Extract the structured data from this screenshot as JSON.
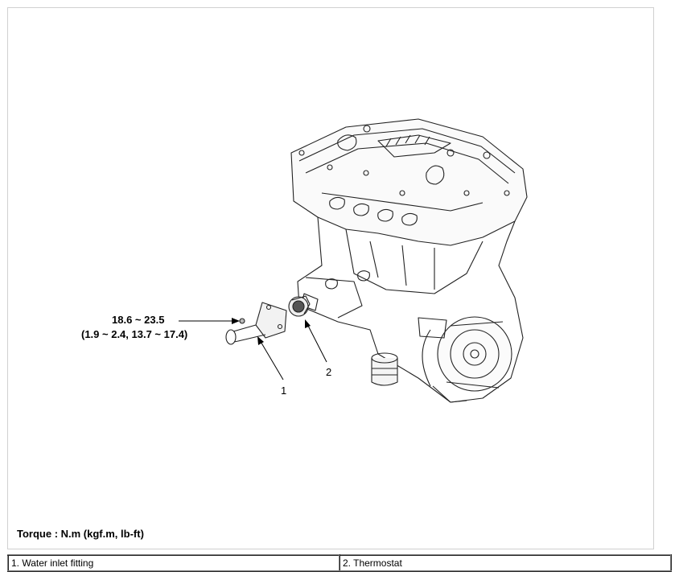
{
  "torque_spec": {
    "value_nm": "18.6 ~ 23.5",
    "value_alt": "(1.9 ~ 2.4, 13.7 ~ 17.4)"
  },
  "callouts": {
    "water_inlet_fitting": "1",
    "thermostat": "2"
  },
  "torque_note": "Torque : N.m (kgf.m, lb-ft)",
  "legend": [
    "1. Water inlet fitting",
    "2. Thermostat"
  ]
}
